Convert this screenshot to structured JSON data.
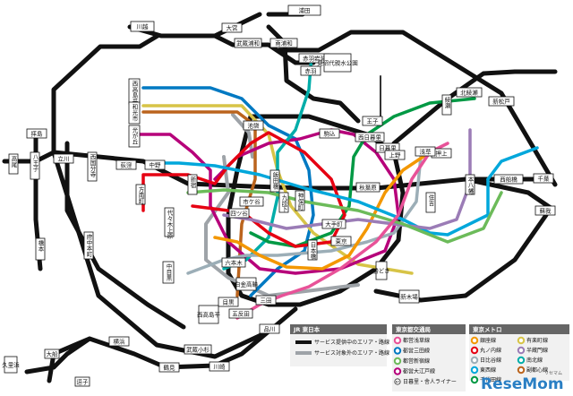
{
  "stations": [
    {
      "id": "s1",
      "name": "浦田",
      "v": false
    },
    {
      "id": "s2",
      "name": "川越",
      "v": false
    },
    {
      "id": "s3",
      "name": "大宮",
      "v": false
    },
    {
      "id": "s4",
      "name": "武蔵浦和",
      "v": false
    },
    {
      "id": "s5",
      "name": "南浦和",
      "v": false
    },
    {
      "id": "s6",
      "name": "赤羽岩淵",
      "v": false
    },
    {
      "id": "s7",
      "name": "見沼代親水公園",
      "v": false
    },
    {
      "id": "s8",
      "name": "赤羽",
      "v": false
    },
    {
      "id": "s9",
      "name": "西高島平",
      "v": true
    },
    {
      "id": "s10",
      "name": "和光市",
      "v": true
    },
    {
      "id": "s11",
      "name": "光が丘",
      "v": true
    },
    {
      "id": "s12",
      "name": "北綾瀬",
      "v": false
    },
    {
      "id": "s13",
      "name": "新松戸",
      "v": false
    },
    {
      "id": "s14",
      "name": "綾瀬",
      "v": true
    },
    {
      "id": "s15",
      "name": "西日暮里",
      "v": false
    },
    {
      "id": "s16",
      "name": "日暮里",
      "v": false
    },
    {
      "id": "s17",
      "name": "駒込",
      "v": false
    },
    {
      "id": "s18",
      "name": "池袋",
      "v": false
    },
    {
      "id": "s19",
      "name": "王子",
      "v": false
    },
    {
      "id": "s20",
      "name": "拝島",
      "v": false
    },
    {
      "id": "s21",
      "name": "立川",
      "v": false
    },
    {
      "id": "s22",
      "name": "八王子",
      "v": true
    },
    {
      "id": "s23",
      "name": "高尾",
      "v": true
    },
    {
      "id": "s24",
      "name": "西国分寺",
      "v": true
    },
    {
      "id": "s25",
      "name": "荻窪",
      "v": false
    },
    {
      "id": "s26",
      "name": "中野",
      "v": false
    },
    {
      "id": "s27",
      "name": "方南町",
      "v": true
    },
    {
      "id": "s28",
      "name": "新宿",
      "v": true
    },
    {
      "id": "s29",
      "name": "代々木上原",
      "v": true
    },
    {
      "id": "s30",
      "name": "上野",
      "v": false
    },
    {
      "id": "s31",
      "name": "押上",
      "v": false
    },
    {
      "id": "s32",
      "name": "西船橋",
      "v": false
    },
    {
      "id": "s33",
      "name": "千葉",
      "v": false
    },
    {
      "id": "s34",
      "name": "蘇我",
      "v": false
    },
    {
      "id": "s35",
      "name": "秋葉原",
      "v": false
    },
    {
      "id": "s36",
      "name": "浅草",
      "v": false
    },
    {
      "id": "s37",
      "name": "東京",
      "v": false
    },
    {
      "id": "s38",
      "name": "大手町",
      "v": false
    },
    {
      "id": "s39",
      "name": "中目黒",
      "v": true
    },
    {
      "id": "s40",
      "name": "目黒",
      "v": false
    },
    {
      "id": "s41",
      "name": "五反田",
      "v": false
    },
    {
      "id": "s42",
      "name": "品川",
      "v": false
    },
    {
      "id": "s43",
      "name": "西高島平",
      "v": false
    },
    {
      "id": "s44",
      "name": "橋本",
      "v": true
    },
    {
      "id": "s45",
      "name": "府中本町",
      "v": true
    },
    {
      "id": "s46",
      "name": "武蔵小杉",
      "v": false
    },
    {
      "id": "s47",
      "name": "横浜",
      "v": false
    },
    {
      "id": "s48",
      "name": "鶴見",
      "v": false
    },
    {
      "id": "s49",
      "name": "川崎",
      "v": false
    },
    {
      "id": "s50",
      "name": "大船",
      "v": false
    },
    {
      "id": "s51",
      "name": "逗子",
      "v": false
    },
    {
      "id": "s52",
      "name": "久里浜",
      "v": false
    },
    {
      "id": "s53",
      "name": "新木場",
      "v": false
    },
    {
      "id": "s54",
      "name": "三田",
      "v": false
    },
    {
      "id": "s55",
      "name": "白金高輪",
      "v": false
    },
    {
      "id": "s56",
      "name": "市ケ谷",
      "v": false
    },
    {
      "id": "s57",
      "name": "四ツ谷",
      "v": false
    },
    {
      "id": "s58",
      "name": "六本木",
      "v": false
    },
    {
      "id": "s59",
      "name": "飯田橋",
      "v": true
    },
    {
      "id": "s60",
      "name": "九段下",
      "v": true
    },
    {
      "id": "s61",
      "name": "神保町",
      "v": true
    },
    {
      "id": "s62",
      "name": "日本橋",
      "v": true
    },
    {
      "id": "s63",
      "name": "本八幡",
      "v": true
    },
    {
      "id": "s64",
      "name": "住吉",
      "v": true
    },
    {
      "id": "s65",
      "name": "勝どき",
      "v": false
    }
  ],
  "legend": {
    "jr": {
      "title": "JR 東日本",
      "items": [
        {
          "label": "サービス提供中のエリア・路線",
          "color": "#111111"
        },
        {
          "label": "サービス対象外のエリア・路線",
          "color": "#9ea3a8"
        }
      ]
    },
    "toei": {
      "title": "東京都交通局",
      "items": [
        {
          "label": "都営浅草線",
          "color": "#e85298"
        },
        {
          "label": "都営三田線",
          "color": "#0079c2"
        },
        {
          "label": "都営新宿線",
          "color": "#6cbb5a"
        },
        {
          "label": "都営大江戸線",
          "color": "#b6007a"
        },
        {
          "label": "日暮里・舎人ライナー",
          "color": "#ffffff",
          "badge": "NT"
        }
      ]
    },
    "metro": {
      "title": "東京メトロ",
      "items": [
        {
          "label": "銀座線",
          "color": "#f39700"
        },
        {
          "label": "丸ノ内線",
          "color": "#e60012"
        },
        {
          "label": "日比谷線",
          "color": "#9caeb7"
        },
        {
          "label": "東西線",
          "color": "#00a7db"
        },
        {
          "label": "千代田線",
          "color": "#009944"
        },
        {
          "label": "有楽町線",
          "color": "#d7c447"
        },
        {
          "label": "半蔵門線",
          "color": "#9b7cb6"
        },
        {
          "label": "南北線",
          "color": "#00ada9"
        },
        {
          "label": "副都心線",
          "color": "#bb641d"
        }
      ]
    }
  },
  "brand": {
    "name": "ReseMom",
    "sub": "リセマム"
  },
  "colors": {
    "jr": "#111111",
    "jr_out": "#9ea3a8",
    "asakusa": "#e85298",
    "mita": "#0079c2",
    "shinjuku": "#6cbb5a",
    "oedo": "#b6007a",
    "ginza": "#f39700",
    "marunouchi": "#e60012",
    "hibiya": "#9caeb7",
    "tozai": "#00a7db",
    "chiyoda": "#009944",
    "yurakucho": "#d7c447",
    "hanzomon": "#9b7cb6",
    "namboku": "#00ada9",
    "fukutoshin": "#bb641d"
  }
}
